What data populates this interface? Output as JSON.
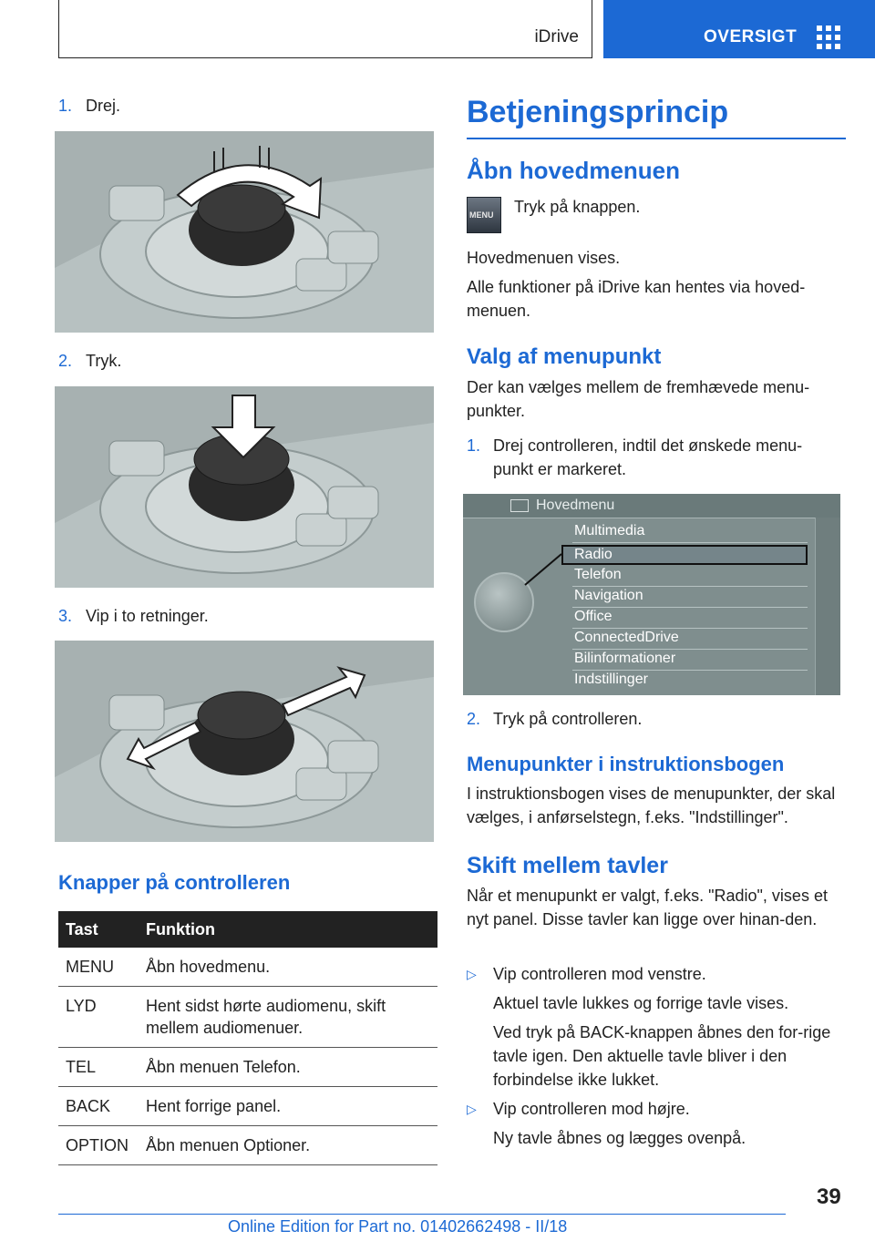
{
  "header": {
    "left_title": "iDrive",
    "right_title": "OVERSIGT"
  },
  "steps_left": [
    {
      "num": "1.",
      "text": "Drej."
    },
    {
      "num": "2.",
      "text": "Tryk."
    },
    {
      "num": "3.",
      "text": "Vip i to retninger."
    }
  ],
  "controller_section": {
    "heading": "Knapper på controlleren",
    "table": {
      "headers": [
        "Tast",
        "Funktion"
      ],
      "rows": [
        [
          "MENU",
          "Åbn hovedmenu."
        ],
        [
          "LYD",
          "Hent sidst hørte audiomenu, skift mellem audiomenuer."
        ],
        [
          "TEL",
          "Åbn menuen Telefon."
        ],
        [
          "BACK",
          "Hent forrige panel."
        ],
        [
          "OPTION",
          "Åbn menuen Optioner."
        ]
      ]
    }
  },
  "right": {
    "h1": "Betjeningsprincip",
    "open_menu": {
      "heading": "Åbn hovedmenuen",
      "button_label": "MENU",
      "instruction": "Tryk på knappen.",
      "p1": "Hovedmenuen vises.",
      "p2": "Alle funktioner på iDrive kan hentes via hoved-menuen."
    },
    "select": {
      "heading": "Valg af menupunkt",
      "p": "Der kan vælges mellem de fremhævede menu-punkter.",
      "step1_num": "1.",
      "step1": "Drej controlleren, indtil det ønskede menu-punkt er markeret.",
      "step2_num": "2.",
      "step2": "Tryk på controlleren."
    },
    "screen": {
      "title": "Hovedmenu",
      "items": [
        "Multimedia",
        "Radio",
        "Telefon",
        "Navigation",
        "Office",
        "ConnectedDrive",
        "Bilinformationer",
        "Indstillinger"
      ]
    },
    "menu_items": {
      "heading": "Menupunkter i instruktionsbogen",
      "p": "I instruktionsbogen vises de menupunkter, der skal vælges, i anførselstegn, f.eks. \"Indstillinger\"."
    },
    "switch": {
      "heading": "Skift mellem tavler",
      "p": "Når et menupunkt er valgt, f.eks. \"Radio\", vises et nyt panel. Disse tavler kan ligge over hinan-den.",
      "bullet1": "Vip controlleren mod venstre.",
      "bullet1_a": "Aktuel tavle lukkes og forrige tavle vises.",
      "bullet1_b": "Ved tryk på BACK-knappen åbnes den for-rige tavle igen. Den aktuelle tavle bliver i den forbindelse ikke lukket.",
      "bullet2": "Vip controlleren mod højre.",
      "bullet2_a": "Ny tavle åbnes og lægges ovenpå."
    }
  },
  "footer": {
    "page_number": "39",
    "edition": "Online Edition for Part no. 01402662498 - II/18"
  }
}
